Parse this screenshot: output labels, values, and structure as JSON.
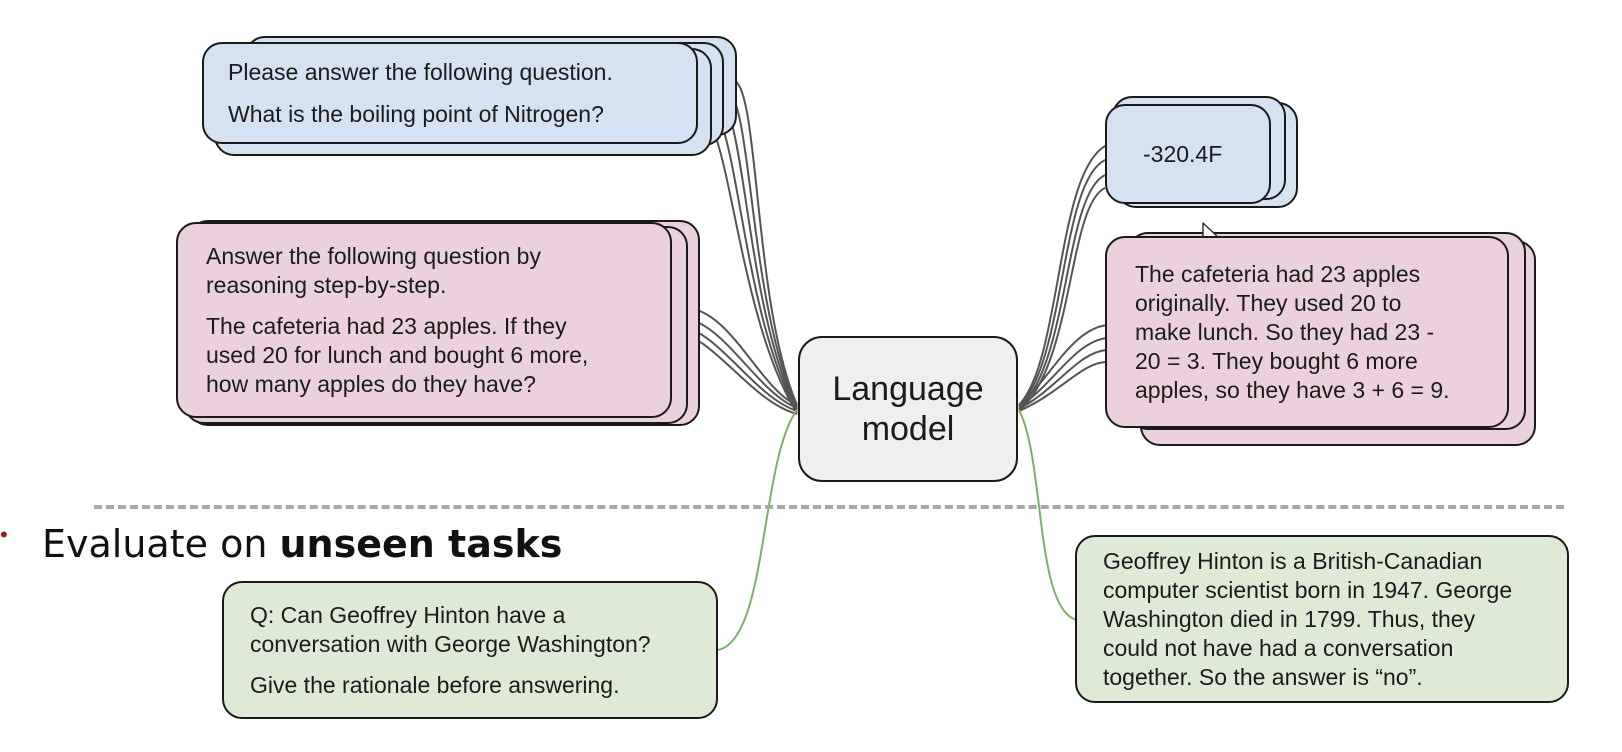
{
  "diagram": {
    "center": {
      "label": "Language\nmodel"
    },
    "inputs": [
      {
        "color": "blue",
        "lines": [
          "Please answer the following question.",
          "What is the boiling point of Nitrogen?"
        ]
      },
      {
        "color": "pink",
        "lines": [
          "Answer the following question by\nreasoning step-by-step.",
          "The cafeteria had 23 apples. If they\nused 20 for lunch and bought 6 more,\nhow many apples do they have?"
        ]
      },
      {
        "color": "green",
        "lines": [
          "Q: Can Geoffrey Hinton have a\nconversation with George Washington?",
          "Give the rationale before answering."
        ]
      }
    ],
    "outputs": [
      {
        "color": "blue",
        "text": "-320.4F"
      },
      {
        "color": "pink",
        "text": "The cafeteria had 23 apples\noriginally. They used 20 to\nmake lunch. So they had 23 -\n20 = 3. They bought 6 more\napples, so they have 3 + 6 = 9."
      },
      {
        "color": "green",
        "text": "Geoffrey Hinton is a British-Canadian\ncomputer scientist born in 1947. George\nWashington died in 1799. Thus, they\ncould not have had a conversation\ntogether. So the answer is “no”."
      }
    ],
    "section_heading": {
      "prefix": "Evaluate on ",
      "bold": "unseen tasks"
    },
    "bullet": "•",
    "colors": {
      "blue": "#d5e2f1",
      "pink": "#ebd1dd",
      "green": "#deead6",
      "center": "#efefef",
      "wire": "#555555",
      "green_wire": "#7fb069",
      "bullet": "#9a1b1b"
    }
  }
}
